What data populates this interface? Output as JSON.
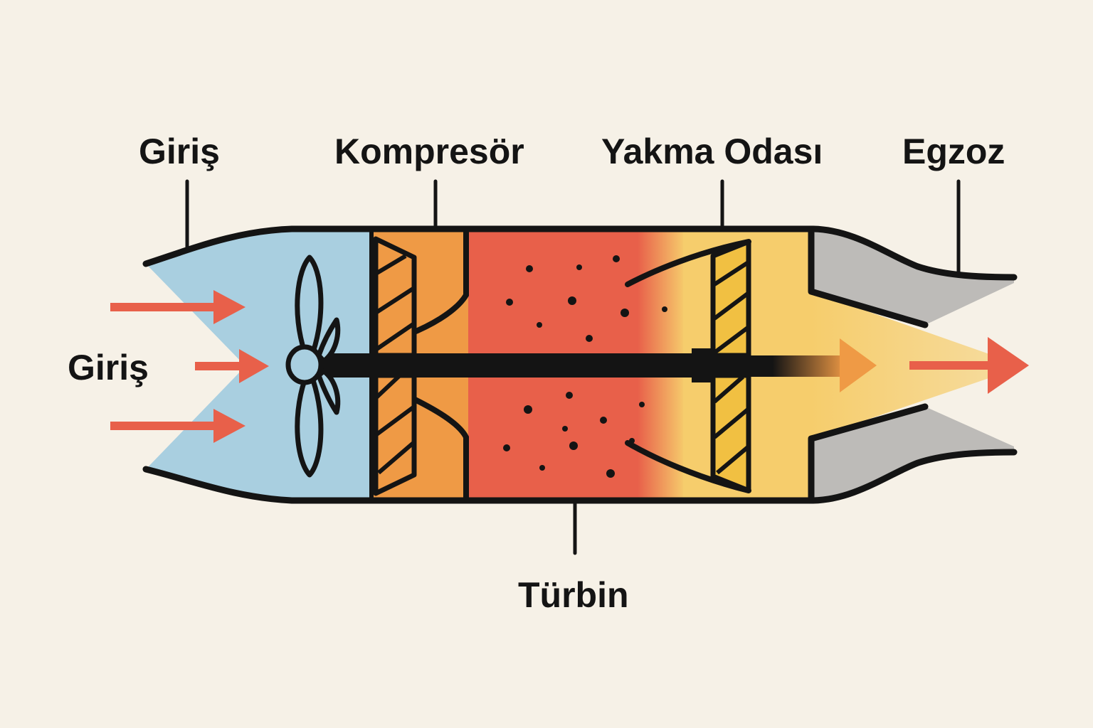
{
  "labels": {
    "inlet_top": "Giriş",
    "compressor": "Kompresör",
    "combustion": "Yakma Odası",
    "exhaust": "Egzoz",
    "inlet_side": "Giriş",
    "turbine": "Türbin"
  },
  "colors": {
    "background": "#f6f1e7",
    "outline": "#141414",
    "inlet_air": "#a9cfe0",
    "compressor": "#ef9a45",
    "combustion": "#e8604a",
    "turbine": "#f6cd6c",
    "turbine_blades": "#f1c042",
    "nozzle": "#bdbbb8",
    "flow_arrow": "#e8604a",
    "shaft": "#141414"
  },
  "icons": [
    "fan-icon",
    "flow-arrow-icon",
    "shaft-icon"
  ]
}
